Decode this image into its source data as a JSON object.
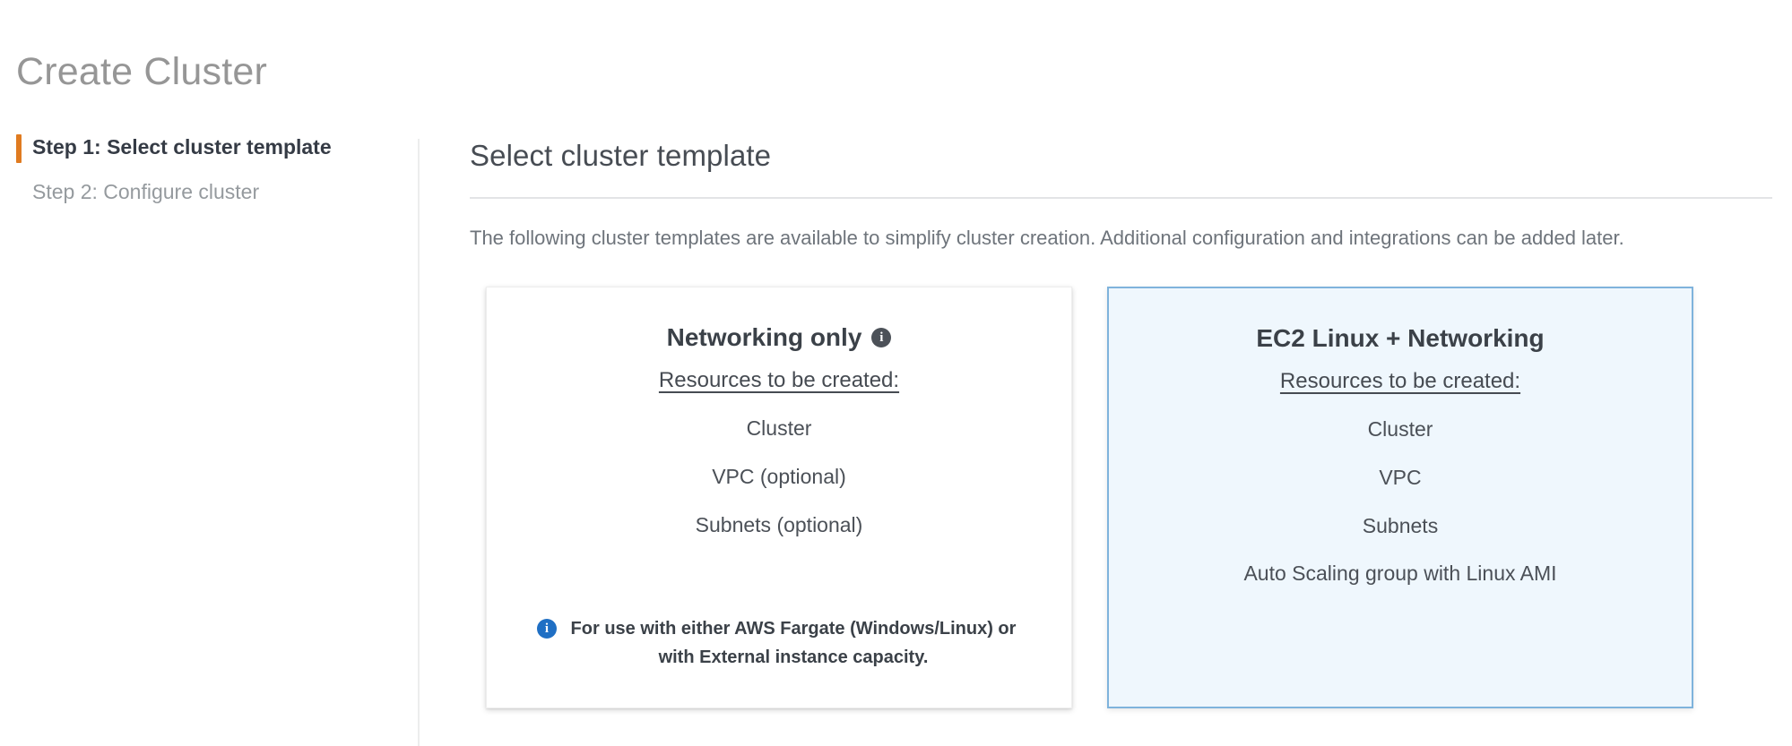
{
  "page": {
    "title": "Create Cluster"
  },
  "wizard": {
    "steps": [
      {
        "label": "Step 1: Select cluster template",
        "state": "active"
      },
      {
        "label": "Step 2: Configure cluster",
        "state": "inactive"
      }
    ],
    "active_marker_color": "#e07b20"
  },
  "content": {
    "heading": "Select cluster template",
    "description": "The following cluster templates are available to simplify cluster creation. Additional configuration and integrations can be added later."
  },
  "templates": [
    {
      "id": "networking-only",
      "title": "Networking only",
      "has_title_info_icon": true,
      "selected": false,
      "resources_heading": "Resources to be created:",
      "resources": [
        "Cluster",
        "VPC (optional)",
        "Subnets (optional)"
      ],
      "footnote": "For use with either AWS Fargate (Windows/Linux) or with External instance capacity.",
      "footnote_icon": "info-icon",
      "footnote_icon_color": "#1f6fc4"
    },
    {
      "id": "ec2-linux-networking",
      "title": "EC2 Linux + Networking",
      "has_title_info_icon": false,
      "selected": true,
      "resources_heading": "Resources to be created:",
      "resources": [
        "Cluster",
        "VPC",
        "Subnets",
        "Auto Scaling group with Linux AMI"
      ],
      "footnote": "",
      "selected_background": "#eff7fd",
      "selected_border": "#7fb3dc"
    }
  ],
  "icons": {
    "info_dark": "i",
    "info_blue": "i"
  }
}
